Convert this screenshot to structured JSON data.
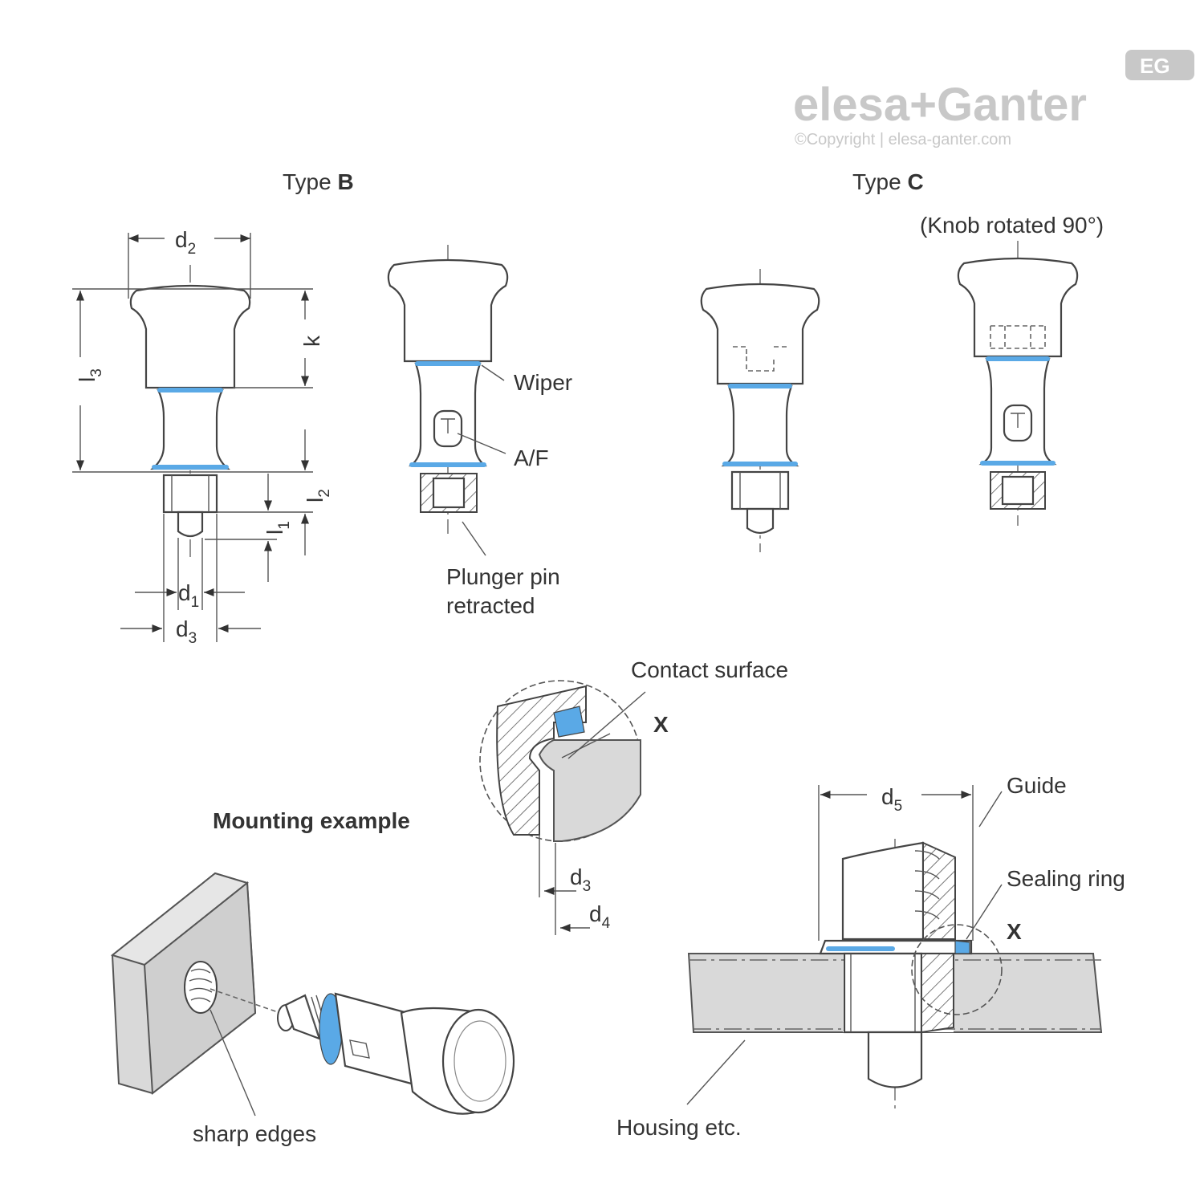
{
  "logo": {
    "brand": "elesa+Ganter",
    "copyright": "©Copyright | elesa-ganter.com",
    "badge": "EG"
  },
  "headings": {
    "type_b_prefix": "Type ",
    "type_b_letter": "B",
    "type_c_prefix": "Type ",
    "type_c_letter": "C",
    "knob_note": "(Knob rotated 90°)",
    "mounting_example": "Mounting example"
  },
  "dimensions": {
    "d2": {
      "base": "d",
      "sub": "2"
    },
    "l3": {
      "base": "l",
      "sub": "3"
    },
    "k": {
      "base": "k",
      "sub": ""
    },
    "l2": {
      "base": "l",
      "sub": "2"
    },
    "l1": {
      "base": "l",
      "sub": "1"
    },
    "d1": {
      "base": "d",
      "sub": "1"
    },
    "d3": {
      "base": "d",
      "sub": "3"
    },
    "d3_detail": {
      "base": "d",
      "sub": "3"
    },
    "d4": {
      "base": "d",
      "sub": "4"
    },
    "d5": {
      "base": "d",
      "sub": "5"
    }
  },
  "callouts": {
    "wiper": "Wiper",
    "af": "A/F",
    "plunger_pin_line1": "Plunger pin",
    "plunger_pin_line2": "retracted",
    "contact_surface": "Contact surface",
    "x_detail": "X",
    "x_section": "X",
    "guide": "Guide",
    "sealing_ring": "Sealing ring",
    "housing": "Housing etc.",
    "sharp_edges": "sharp edges"
  },
  "colors": {
    "accent_blue": "#5aa9e6",
    "line": "#444444",
    "fill_grey": "#d9d9d9",
    "logo_grey": "#c8c8c8"
  }
}
